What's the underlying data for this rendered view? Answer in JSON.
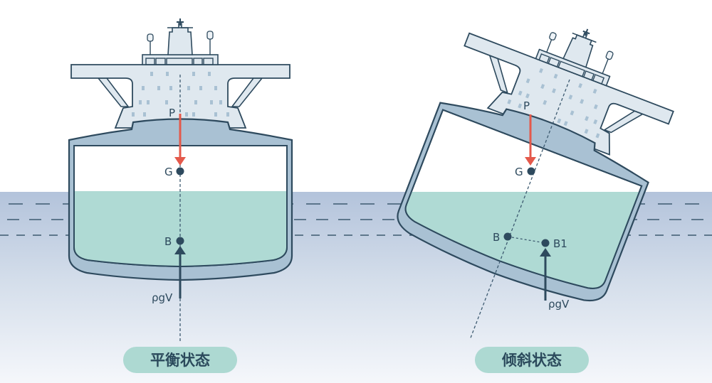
{
  "title": "船舶稳性示意图",
  "colors": {
    "water_top": "#b3c4dc",
    "water_bottom": "#f4f6fb",
    "hull_outline": "#2e4a5e",
    "hull_fill": "#a9c1d3",
    "superstructure_fill": "#dfe8ef",
    "ballast_water": "#afdad4",
    "gravity_arrow": "#e4594b",
    "buoyancy_arrow": "#2e4a5e",
    "caption_bg": "#add9d2"
  },
  "left_ship": {
    "state": "balanced",
    "labels": {
      "p": "P",
      "g": "G",
      "b": "B",
      "force": "ρgV"
    },
    "caption": "平衡状态"
  },
  "right_ship": {
    "state": "heeled",
    "labels": {
      "p": "P",
      "g": "G",
      "b": "B",
      "b1": "B1",
      "force": "ρgV"
    },
    "caption": "倾斜状态"
  }
}
